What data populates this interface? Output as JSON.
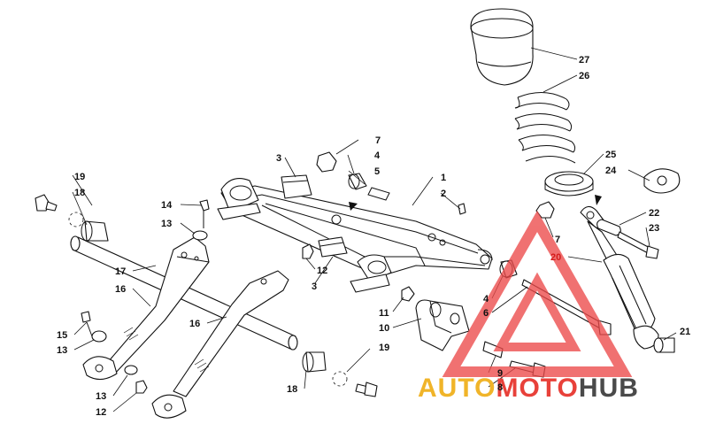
{
  "diagram": {
    "callouts": [
      {
        "id": "c27",
        "text": "27"
      },
      {
        "id": "c26",
        "text": "26"
      },
      {
        "id": "c7a",
        "text": "7"
      },
      {
        "id": "c4a",
        "text": "4"
      },
      {
        "id": "c5",
        "text": "5"
      },
      {
        "id": "c3a",
        "text": "3"
      },
      {
        "id": "c1",
        "text": "1"
      },
      {
        "id": "c2",
        "text": "2"
      },
      {
        "id": "c25",
        "text": "25"
      },
      {
        "id": "c24",
        "text": "24"
      },
      {
        "id": "c19a",
        "text": "19"
      },
      {
        "id": "c18a",
        "text": "18"
      },
      {
        "id": "c14",
        "text": "14"
      },
      {
        "id": "c13a",
        "text": "13"
      },
      {
        "id": "c22",
        "text": "22"
      },
      {
        "id": "c23",
        "text": "23"
      },
      {
        "id": "c7b",
        "text": "7"
      },
      {
        "id": "c20",
        "text": "20"
      },
      {
        "id": "c17",
        "text": "17"
      },
      {
        "id": "c12a",
        "text": "12"
      },
      {
        "id": "c3b",
        "text": "3"
      },
      {
        "id": "c16a",
        "text": "16"
      },
      {
        "id": "c4b",
        "text": "4"
      },
      {
        "id": "c6",
        "text": "6"
      },
      {
        "id": "c11",
        "text": "11"
      },
      {
        "id": "c10",
        "text": "10"
      },
      {
        "id": "c16b",
        "text": "16"
      },
      {
        "id": "c15",
        "text": "15"
      },
      {
        "id": "c13b",
        "text": "13"
      },
      {
        "id": "c19b",
        "text": "19"
      },
      {
        "id": "c21",
        "text": "21"
      },
      {
        "id": "c13c",
        "text": "13"
      },
      {
        "id": "c12b",
        "text": "12"
      },
      {
        "id": "c18b",
        "text": "18"
      },
      {
        "id": "c9",
        "text": "9"
      },
      {
        "id": "c8",
        "text": "8"
      }
    ]
  },
  "watermark": {
    "auto": "AUTO",
    "moto": "MOTO",
    "hub": "HUB",
    "color_auto": "#f0b429",
    "color_moto": "#e8413a",
    "color_hub": "#4a4a4a",
    "triangle_color": "#ec4a4a"
  }
}
